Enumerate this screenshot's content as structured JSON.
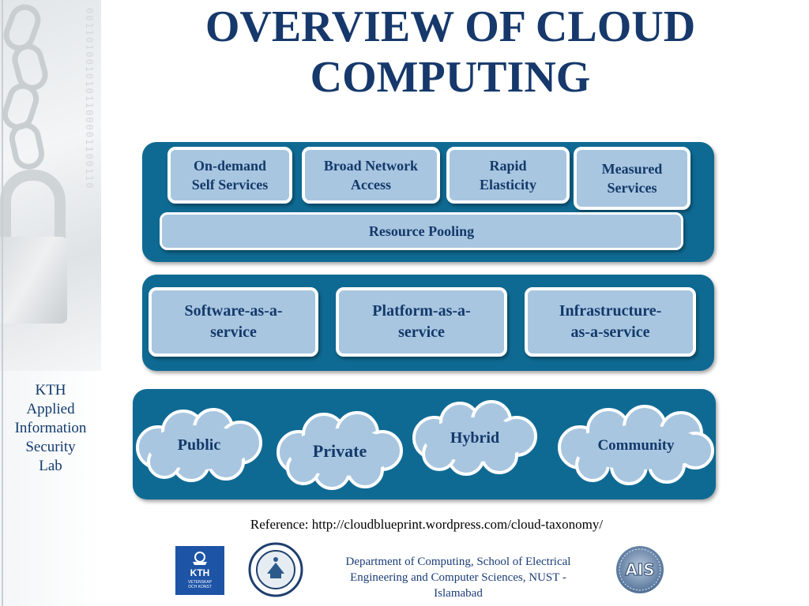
{
  "title": {
    "line1": "OVERVIEW OF CLOUD",
    "line2": "COMPUTING"
  },
  "side_caption": [
    "KTH",
    "Applied",
    "Information",
    "Security",
    "Lab"
  ],
  "characteristics": {
    "items": [
      {
        "line1": "On-demand",
        "line2": "Self Services"
      },
      {
        "line1": "Broad Network",
        "line2": "Access"
      },
      {
        "line1": "Rapid",
        "line2": "Elasticity"
      },
      {
        "line1": "Measured",
        "line2": "Services"
      }
    ],
    "resource_pooling": "Resource Pooling"
  },
  "service_models": [
    {
      "line1": "Software-as-a-",
      "line2": "service"
    },
    {
      "line1": "Platform-as-a-",
      "line2": "service"
    },
    {
      "line1": "Infrastructure-",
      "line2": "as-a-service"
    }
  ],
  "deployment_models": [
    "Public",
    "Private",
    "Hybrid",
    "Community"
  ],
  "reference": "Reference: http://cloudblueprint.wordpress.com/cloud-taxonomy/",
  "department": {
    "line1": "Department of Computing, School of Electrical",
    "line2": "Engineering and Computer Sciences, NUST -",
    "line3": "Islamabad"
  },
  "logos": {
    "kth": "KTH",
    "kth_sub1": "VETENSKAP",
    "kth_sub2": "OCH KONST",
    "ais": "AIS"
  },
  "colors": {
    "panel": "#0f6a93",
    "box_fill": "#a8c6e0",
    "title": "#16386b",
    "text_dark_blue": "#13396a"
  },
  "icons": [
    "padlock-chain-background-image",
    "kth-logo",
    "nust-logo",
    "ais-logo"
  ]
}
